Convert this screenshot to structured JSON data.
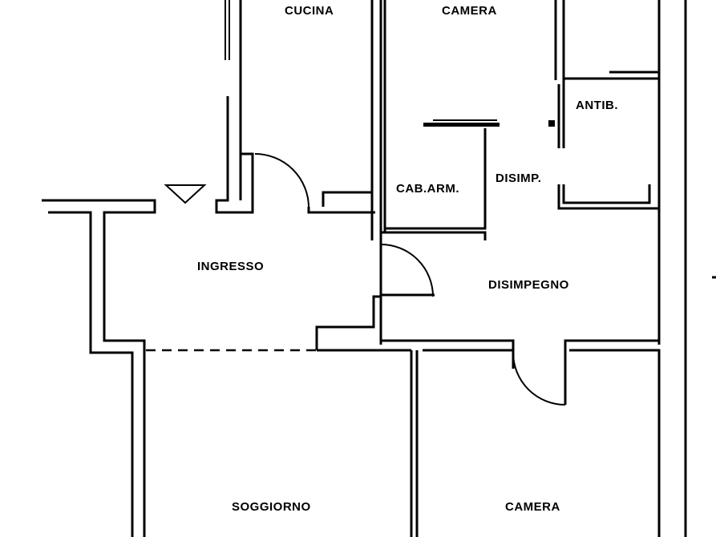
{
  "rooms": {
    "cucina": "CUCINA",
    "camera_top": "CAMERA",
    "antib": "ANTIB.",
    "cab_arm": "CAB.ARM.",
    "disimp": "DISIMP.",
    "ingresso": "INGRESSO",
    "disimpegno": "DISIMPEGNO",
    "soggiorno": "SOGGIORNO",
    "camera_bottom": "CAMERA"
  },
  "colors": {
    "walls": "#000000",
    "background": "#ffffff"
  }
}
